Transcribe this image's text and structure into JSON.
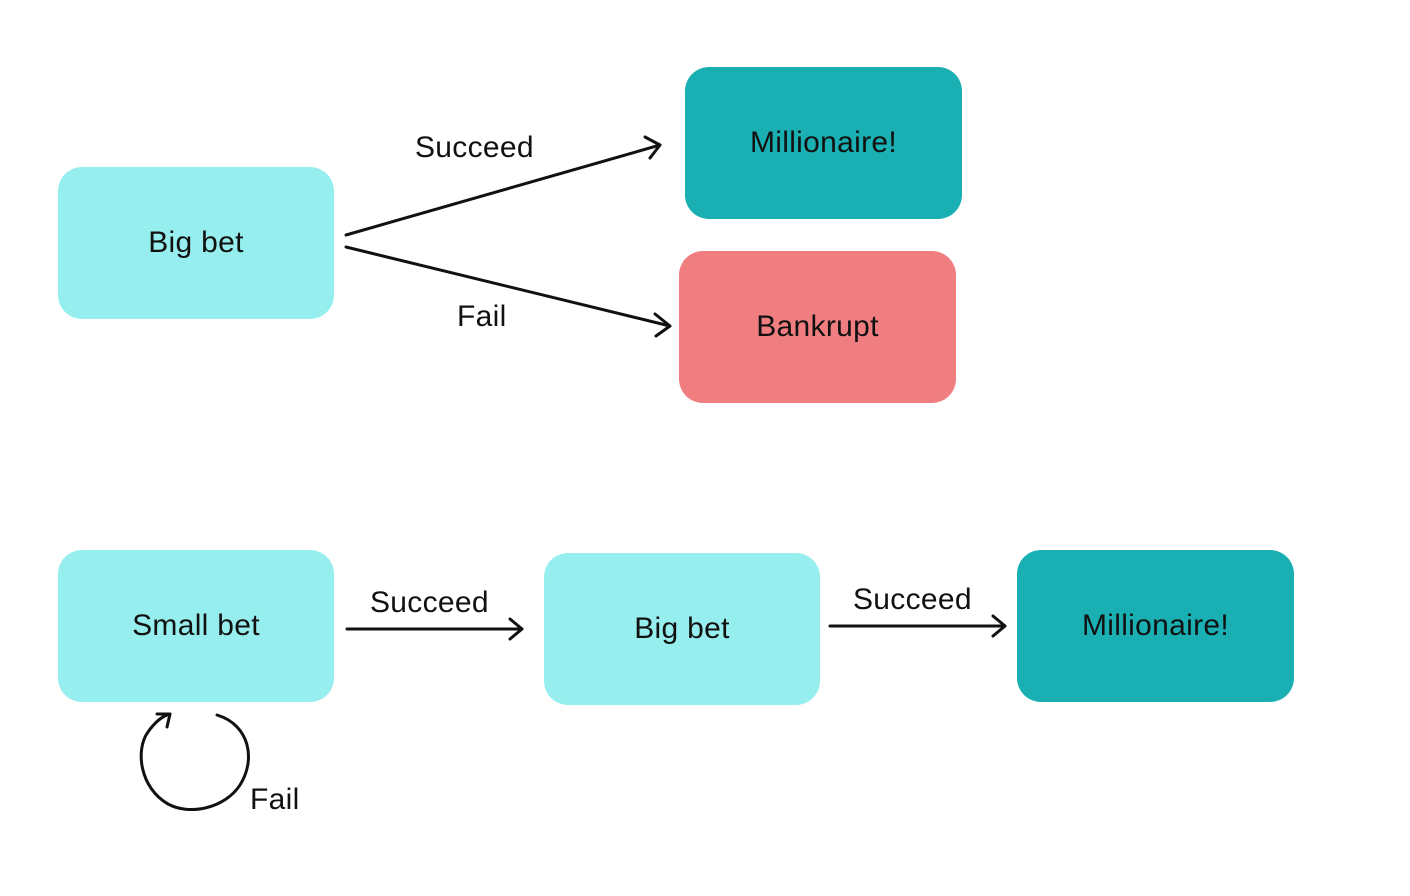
{
  "colors": {
    "bet": "#97eeee",
    "success": "#1aafb2",
    "failure": "#f07e80",
    "line": "#111111"
  },
  "top_flow": {
    "start_node": "Big bet",
    "success_node": "Millionaire!",
    "failure_node": "Bankrupt",
    "success_edge_label": "Succeed",
    "failure_edge_label": "Fail"
  },
  "bottom_flow": {
    "start_node": "Small bet",
    "middle_node": "Big bet",
    "end_node": "Millionaire!",
    "first_edge_label": "Succeed",
    "second_edge_label": "Succeed",
    "loop_label": "Fail"
  }
}
